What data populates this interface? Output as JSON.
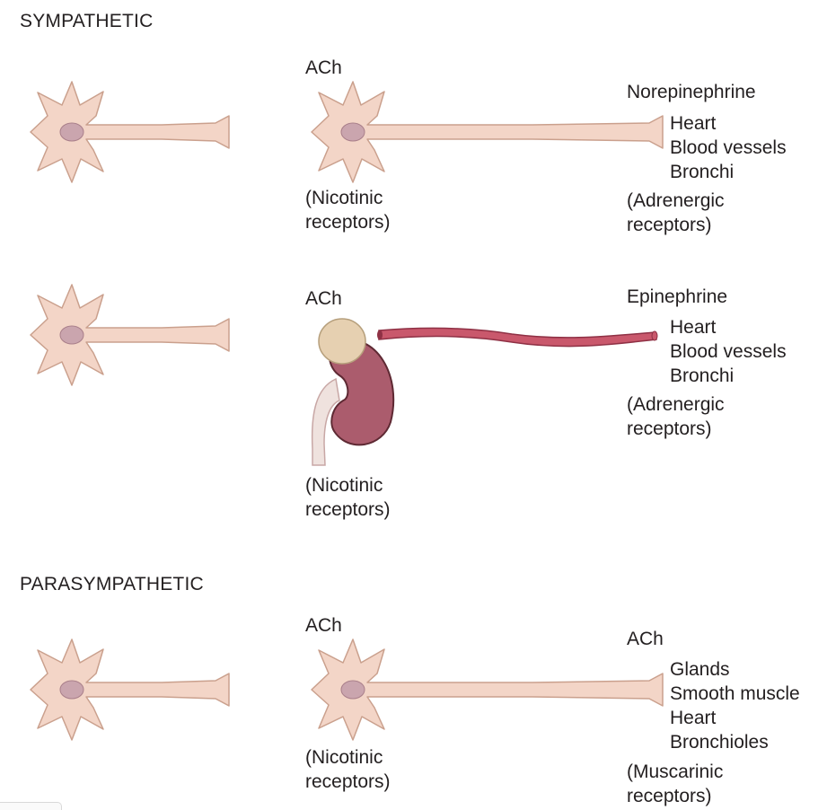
{
  "sympathetic": {
    "heading": "SYMPATHETIC",
    "pathway1": {
      "ganglion_transmitter": "ACh",
      "ganglion_receptor": [
        "(Nicotinic",
        "receptors)"
      ],
      "target_transmitter": "Norepinephrine",
      "targets": [
        "Heart",
        "Blood vessels",
        "Bronchi"
      ],
      "target_receptor": [
        "(Adrenergic",
        "receptors)"
      ]
    },
    "pathway2": {
      "ganglion_transmitter": "ACh",
      "ganglion_receptor": [
        "(Nicotinic",
        "receptors)"
      ],
      "target_transmitter": "Epinephrine",
      "targets": [
        "Heart",
        "Blood vessels",
        "Bronchi"
      ],
      "target_receptor": [
        "(Adrenergic",
        "receptors)"
      ]
    }
  },
  "parasympathetic": {
    "heading": "PARASYMPATHETIC",
    "pathway": {
      "ganglion_transmitter": "ACh",
      "ganglion_receptor": [
        "(Nicotinic",
        "receptors)"
      ],
      "target_transmitter": "ACh",
      "targets": [
        "Glands",
        "Smooth muscle",
        "Heart",
        "Bronchioles"
      ],
      "target_receptor": [
        "(Muscarinic",
        "receptors)"
      ]
    }
  },
  "colors": {
    "neuron_fill": "#f3d5c7",
    "neuron_stroke": "#caa08d",
    "nucleus_fill": "#caa5ae",
    "adrenal_cortex": "#e6d0b1",
    "kidney": "#ab5c6d",
    "blood_vessel": "#c9586c",
    "ureter": "#efe2de"
  }
}
